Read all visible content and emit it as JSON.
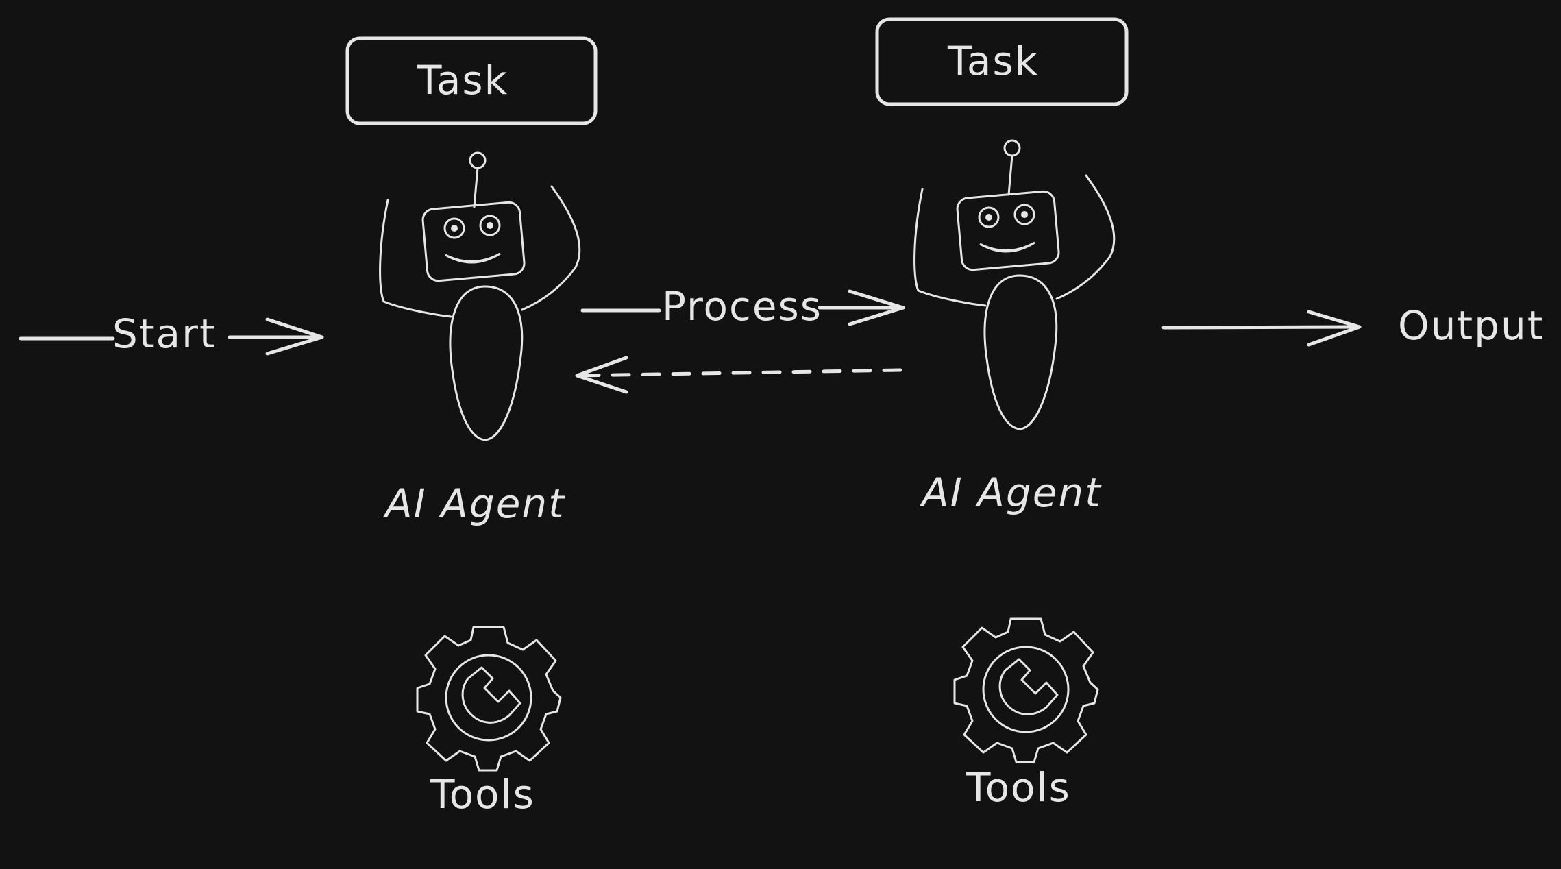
{
  "diagram": {
    "nodes": {
      "task_1": {
        "label": "Task"
      },
      "task_2": {
        "label": "Task"
      },
      "agent_1": {
        "label": "AI Agent"
      },
      "agent_2": {
        "label": "AI Agent"
      },
      "tools_1": {
        "label": "Tools"
      },
      "tools_2": {
        "label": "Tools"
      }
    },
    "edges": {
      "start": {
        "label": "Start"
      },
      "process": {
        "label": "Process"
      },
      "output": {
        "label": "Output"
      }
    },
    "icons": {
      "robot": "robot-icon",
      "gear": "gear-wrench-icon"
    },
    "colors": {
      "background": "#121212",
      "stroke": "#e6e6e6"
    }
  }
}
